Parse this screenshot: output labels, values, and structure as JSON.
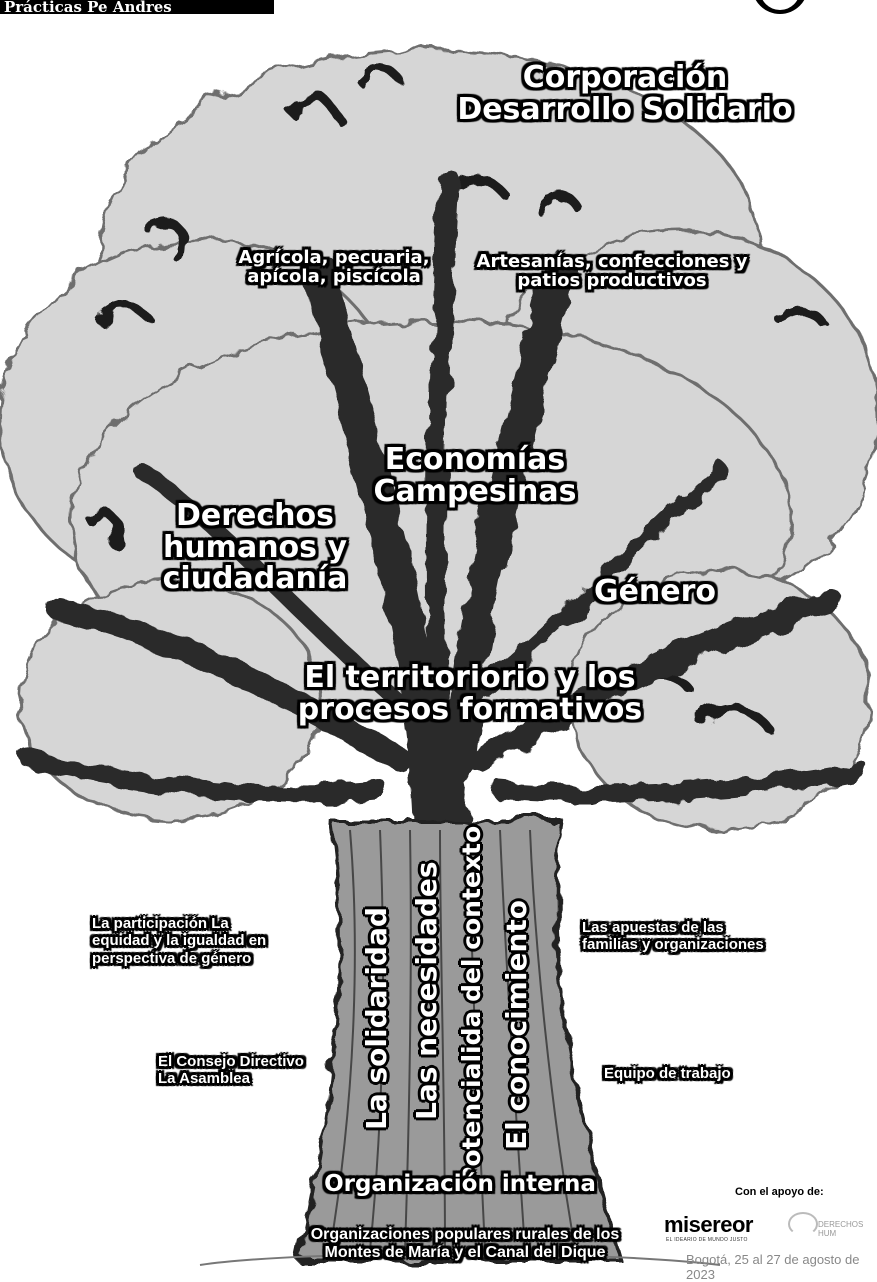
{
  "header": {
    "title": "Prácticas Pe Andres"
  },
  "labels": {
    "corporacion": "Corporación\nDesarrollo Solidario",
    "agricola": "Agrícola, pecuaria,\napícola, piscícola",
    "artesanias": "Artesanías, confecciones y\npatios productivos",
    "economias": "Economías\nCampesinas",
    "derechos": "Derechos\nhumanos y\nciudadanía",
    "genero": "Género",
    "territorio": "El territoriorio y los\nprocesos formativos",
    "participacion": "La participación La\nequidad y la igualdad en\nperspectiva de género",
    "apuestas": "Las apuestas de las\nfamilias y organizaciones",
    "consejo": "El Consejo Directivo\nLa Asamblea",
    "equipo": "Equipo de trabajo",
    "organizacion_interna": "Organización interna",
    "organizaciones_populares": "Organizaciones populares rurales de los\nMontes de María y el Canal del Dique"
  },
  "roots": {
    "solidaridad": "La solidaridad",
    "necesidades": "Las necesidades",
    "potencialidad": "Potencialida del contexto",
    "conocimiento": "El conocimiento"
  },
  "footer": {
    "support_label": "Con el apoyo de:",
    "misereor": "misereor",
    "misereor_tagline": "EL IDEARIO DE MUNDO JUSTO",
    "derechos_logo_text": "DERECHOS HUM",
    "dateline": "Bogotá, 25 al 27 de agosto de 2023"
  },
  "colors": {
    "label_fill": "#ffffff",
    "label_outline": "#000000",
    "background": "#ffffff"
  }
}
